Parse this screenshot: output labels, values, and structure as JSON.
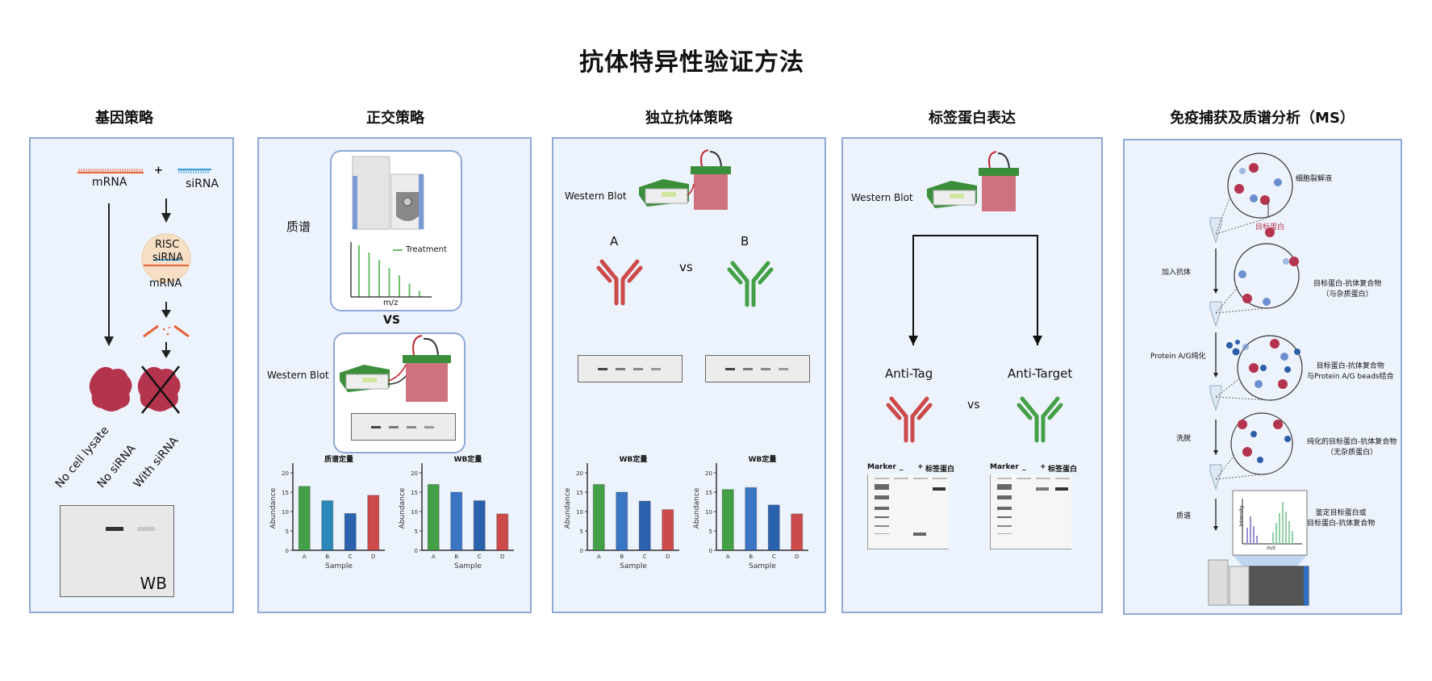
{
  "title": "抗体特异性验证方法",
  "columns": [
    {
      "title": "基因策略",
      "mrna_label": "mRNA",
      "plus": "+",
      "sirna_label": "siRNA",
      "risc_labels": [
        "RISC",
        "siRNA",
        "mRNA"
      ],
      "lane_labels": [
        "No cell lysate",
        "No siRNA",
        "With siRNA"
      ],
      "wb_label": "WB"
    },
    {
      "title": "正交策略",
      "ms_label": "质谱",
      "ms_legend": "Treatment",
      "ms_xlabel": "m/z",
      "vs": "VS",
      "wb_label": "Western Blot"
    },
    {
      "title": "独立抗体策略",
      "wb_label": "Western Blot",
      "antibody_a": "A",
      "antibody_b": "B",
      "vs": "vs"
    },
    {
      "title": "标签蛋白表达",
      "wb_label": "Western Blot",
      "anti_tag": "Anti-Tag",
      "anti_target": "Anti-Target",
      "vs": "vs",
      "gel_headers": [
        "Marker",
        "_",
        "+",
        "标签蛋白"
      ]
    },
    {
      "title": "免疫捕获及质谱分析（MS）",
      "steps": [
        {
          "left": "",
          "right": "细胞裂解液",
          "callout": "目标蛋白"
        },
        {
          "left": "加入抗体",
          "right": "目标蛋白-抗体复合物\n（与杂质蛋白）"
        },
        {
          "left": "Protein A/G纯化",
          "right": "目标蛋白-抗体复合物\n与Protein A/G beads结合"
        },
        {
          "left": "洗脱",
          "right": "纯化的目标蛋白-抗体复合物\n（无杂质蛋白）"
        },
        {
          "left": "质谱",
          "right": "鉴定目标蛋白或\n目标蛋白-抗体复合物"
        }
      ],
      "spectrum_ylabel": "Intensity",
      "spectrum_xlabel": "m/z"
    }
  ],
  "chart_data": [
    {
      "type": "bar",
      "title": "质谱定量",
      "xlabel": "Sample",
      "ylabel": "Abundance",
      "categories": [
        "A",
        "B",
        "C",
        "D"
      ],
      "values": [
        16.5,
        12.8,
        9.5,
        14.2
      ],
      "colors": [
        "#43a047",
        "#2a87b8",
        "#2a62ad",
        "#cc4a4a"
      ],
      "ylim": [
        0,
        20
      ],
      "yticks": [
        0,
        5,
        10,
        15,
        20
      ]
    },
    {
      "type": "bar",
      "title": "WB定量",
      "xlabel": "Sample",
      "ylabel": "Abundance",
      "categories": [
        "A",
        "B",
        "C",
        "D"
      ],
      "values": [
        17,
        15,
        12.8,
        9.4
      ],
      "colors": [
        "#43a047",
        "#3a76c4",
        "#2a62ad",
        "#cc4a4a"
      ],
      "ylim": [
        0,
        20
      ],
      "yticks": [
        0,
        5,
        10,
        15,
        20
      ]
    },
    {
      "type": "bar",
      "title": "WB定量",
      "xlabel": "Sample",
      "ylabel": "Abundance",
      "categories": [
        "A",
        "B",
        "C",
        "D"
      ],
      "values": [
        17,
        15,
        12.7,
        10.5
      ],
      "colors": [
        "#43a047",
        "#3a76c4",
        "#2a62ad",
        "#cc4a4a"
      ],
      "ylim": [
        0,
        20
      ],
      "yticks": [
        0,
        5,
        10,
        15,
        20
      ]
    },
    {
      "type": "bar",
      "title": "WB定量",
      "xlabel": "Sample",
      "ylabel": "Abundance",
      "categories": [
        "A",
        "B",
        "C",
        "D"
      ],
      "values": [
        15.7,
        16.2,
        11.7,
        9.4
      ],
      "colors": [
        "#43a047",
        "#3a76c4",
        "#2a62ad",
        "#cc4a4a"
      ],
      "ylim": [
        0,
        20
      ],
      "yticks": [
        0,
        5,
        10,
        15,
        20
      ]
    }
  ],
  "ms_spectrum": {
    "legend": "Treatment",
    "xlabel": "m/z",
    "peaks": [
      1.0,
      0.86,
      0.72,
      0.56,
      0.42,
      0.26,
      0.12
    ]
  },
  "colors": {
    "panel_bg": "#edf3fc",
    "panel_border": "#8fa8d6",
    "red": "#cc4a4a",
    "green": "#43a047",
    "blue": "#3a76c4",
    "protein": "#b5344d"
  }
}
